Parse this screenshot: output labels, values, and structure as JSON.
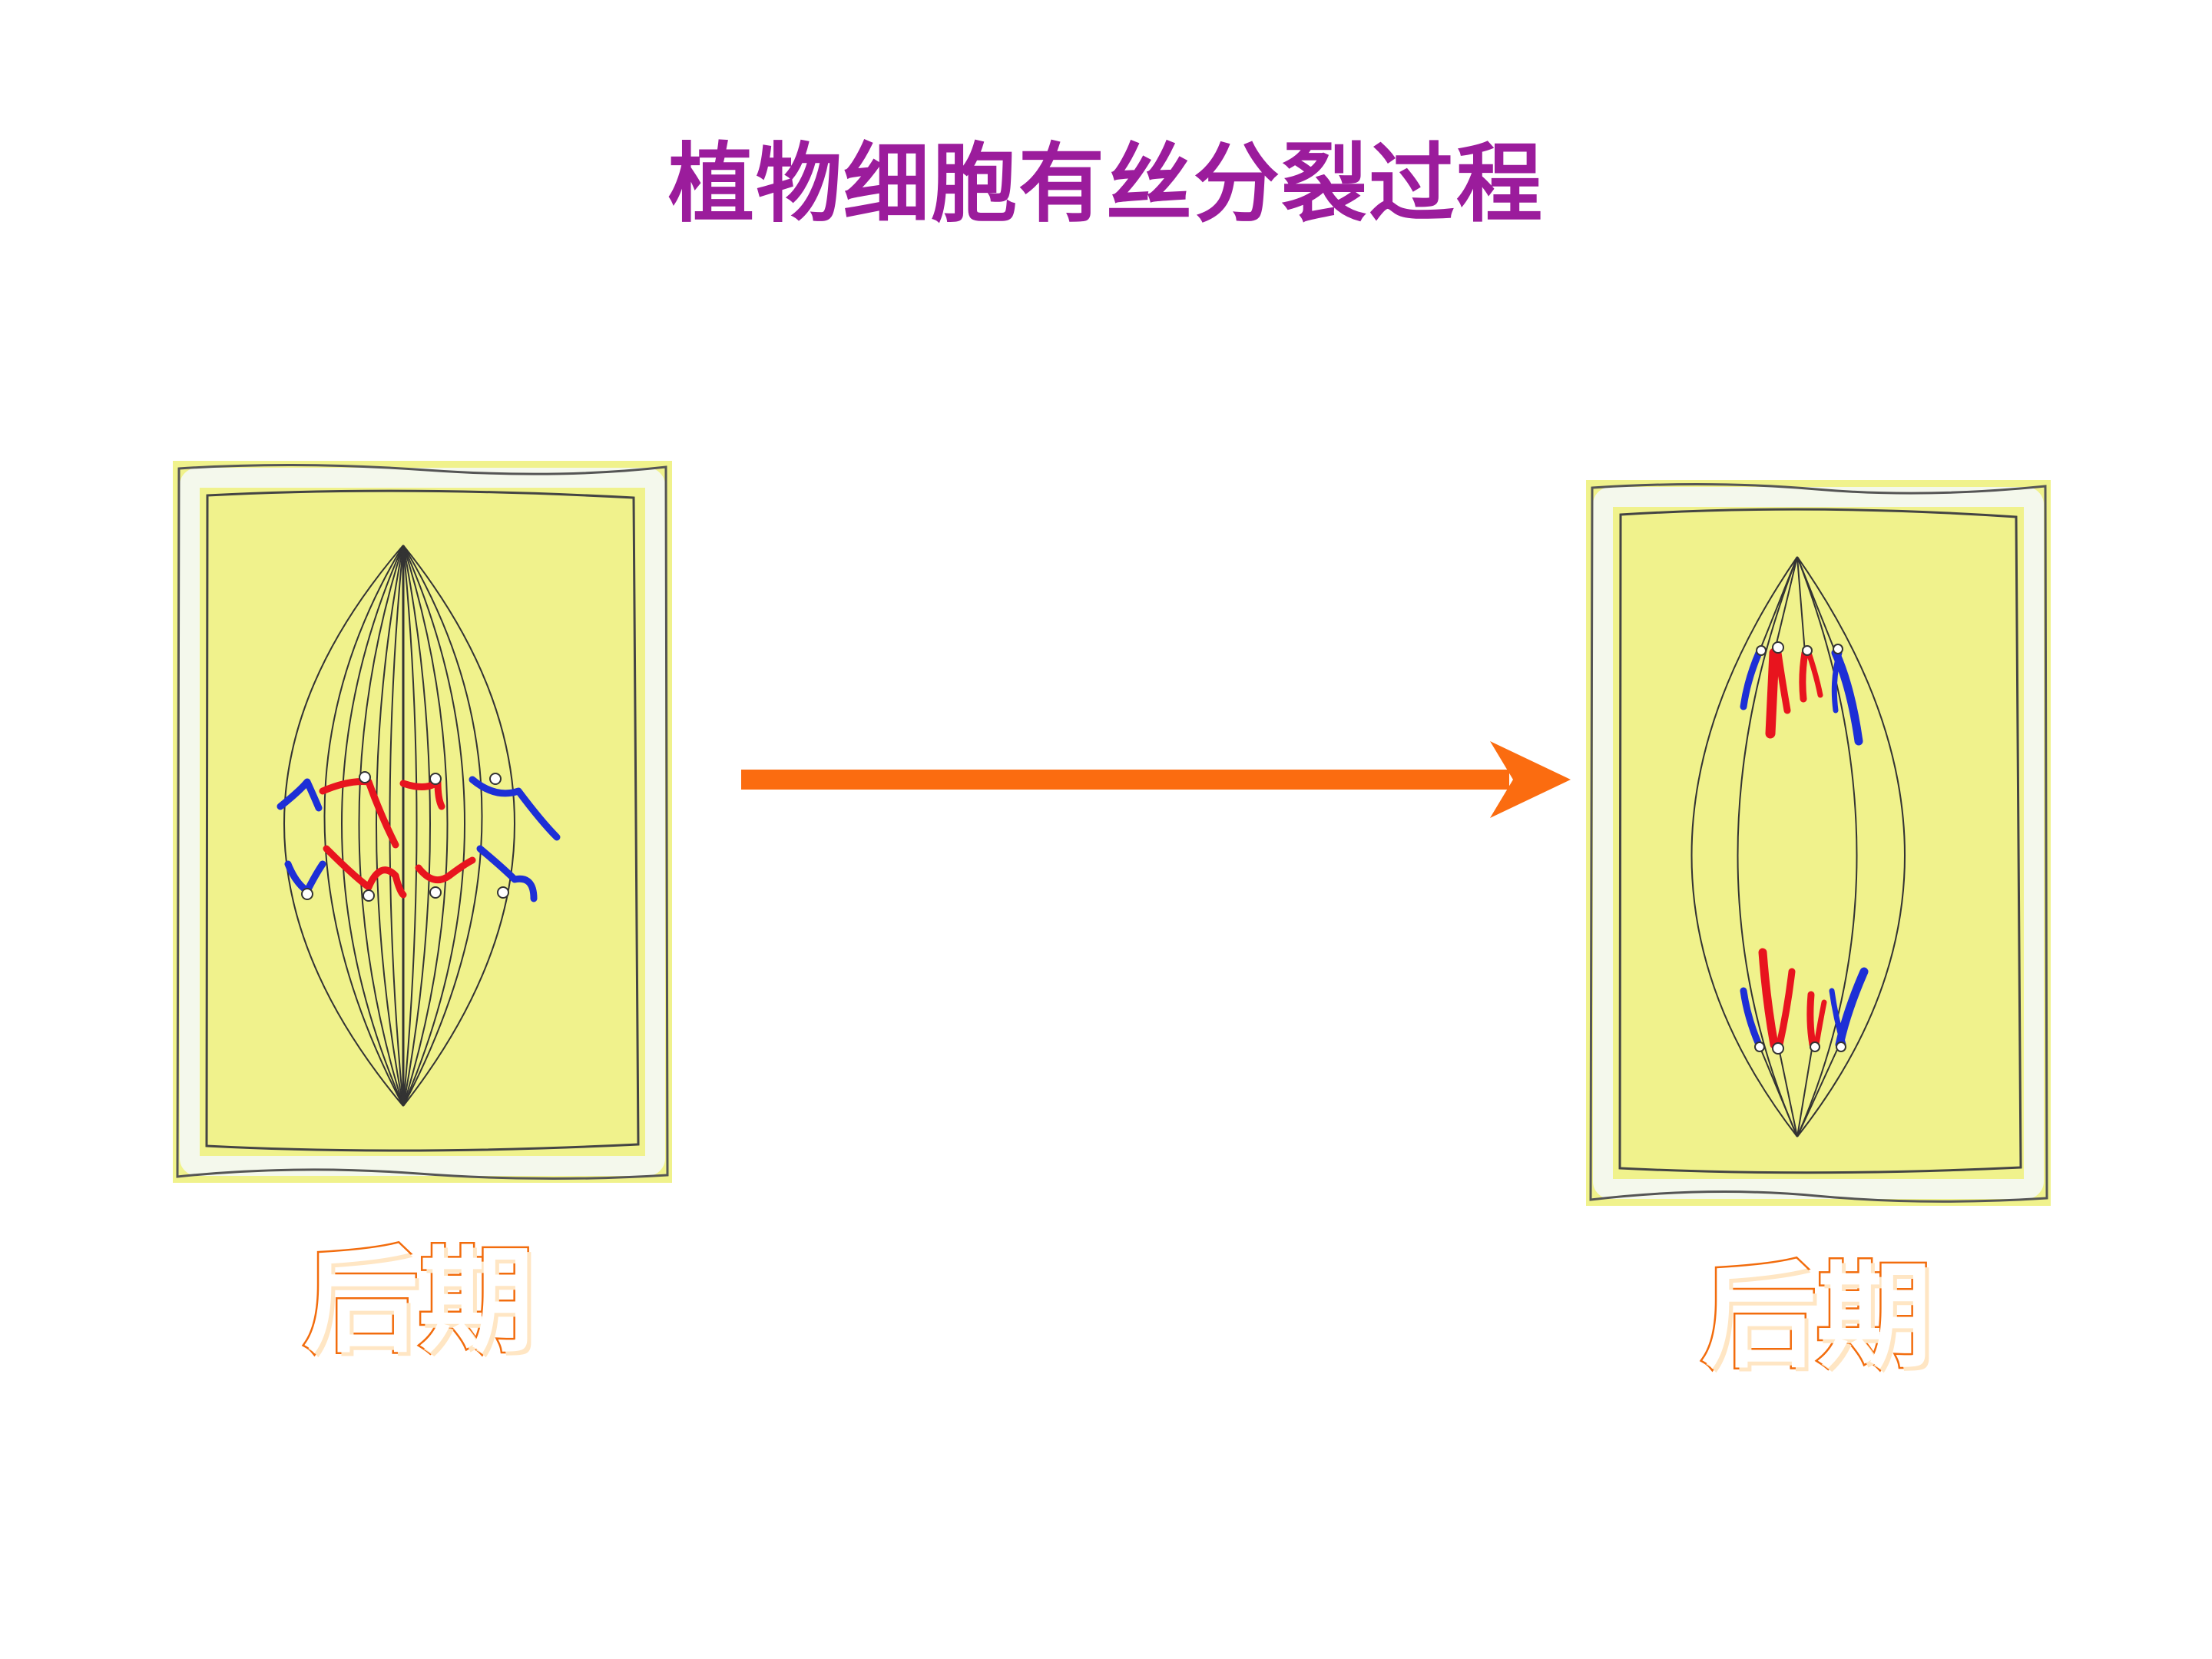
{
  "title": "植物细胞有丝分裂过程",
  "stages": {
    "left_label": "后期",
    "right_label": "后期"
  },
  "colors": {
    "title": "#9b1c9c",
    "cell_fill": "#f0f28c",
    "cell_wall": "#ffffff",
    "cell_outline": "#333333",
    "spindle": "#333333",
    "chromosome_red": "#e8141e",
    "chromosome_blue": "#1d2fd6",
    "arrow": "#fb6c10",
    "label_outline": "#f26c0d"
  },
  "icons": {
    "transition": "right-arrow-icon"
  }
}
